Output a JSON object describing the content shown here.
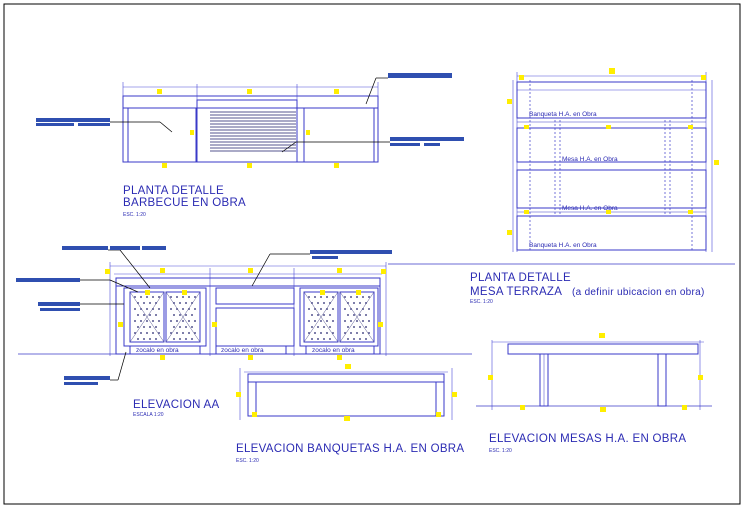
{
  "colors": {
    "background": "#ffffff",
    "frame": "#000000",
    "outline": "#3a3ac8",
    "dimension": "#4b4bd8",
    "accent": "#ffee00",
    "hatch": "#55558f",
    "label_bar": "#2f4fb0"
  },
  "drawings": {
    "barbecue_plan": {
      "title": "PLANTA  DETALLE",
      "subtitle": "BARBECUE EN OBRA",
      "scale": "ESC. 1:20"
    },
    "terrace_plan": {
      "title": "PLANTA  DETALLE",
      "subtitle": "MESA TERRAZA",
      "note": "(a definir ubicacion en obra)",
      "scale": "ESC. 1:20",
      "labels": [
        "Banqueta H.A. en Obra",
        "Mesa H.A. en Obra",
        "Mesa H.A. en Obra",
        "Banqueta H.A. en Obra"
      ]
    },
    "elevation_aa": {
      "title": "ELEVACION  AA",
      "scale": "ESCALA 1:20",
      "labels": [
        "zocalo en obra",
        "zocalo en obra",
        "zocalo en obra"
      ]
    },
    "bench_elevation": {
      "title": "ELEVACION BANQUETAS H.A. EN OBRA",
      "scale": "ESC. 1:20"
    },
    "table_elevation": {
      "title": "ELEVACION MESAS H.A. EN OBRA",
      "scale": "ESC. 1:20"
    }
  }
}
